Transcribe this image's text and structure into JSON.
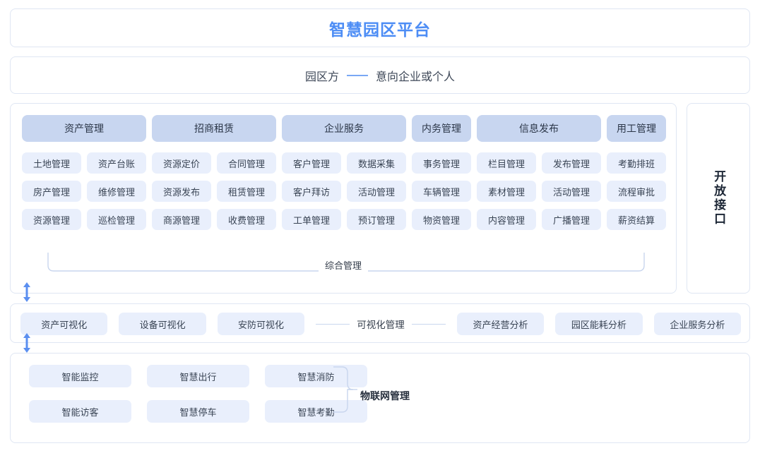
{
  "header": {
    "title": "智慧园区平台",
    "subtitle_left": "园区方",
    "subtitle_right": "意向企业或个人"
  },
  "colors": {
    "title_blue": "#4d8df5",
    "head_pill": "#c8d6f0",
    "sub_pill": "#e9effc",
    "panel_border": "#dfe6f3",
    "arrow_blue": "#5b8ff0",
    "connector_line": "#c9d6ee"
  },
  "main": {
    "categories": [
      {
        "label": "资产管理",
        "span": 2
      },
      {
        "label": "招商租赁",
        "span": 2
      },
      {
        "label": "企业服务",
        "span": 2
      },
      {
        "label": "内务管理",
        "span": 1
      },
      {
        "label": "信息发布",
        "span": 2
      },
      {
        "label": "用工管理",
        "span": 1
      }
    ],
    "rows": [
      [
        "土地管理",
        "资产台账",
        "资源定价",
        "合同管理",
        "客户管理",
        "数据采集",
        "事务管理",
        "栏目管理",
        "发布管理",
        "考勤排班"
      ],
      [
        "房产管理",
        "维修管理",
        "资源发布",
        "租赁管理",
        "客户拜访",
        "活动管理",
        "车辆管理",
        "素材管理",
        "活动管理",
        "流程审批"
      ],
      [
        "资源管理",
        "巡检管理",
        "商源管理",
        "收费管理",
        "工单管理",
        "预订管理",
        "物资管理",
        "内容管理",
        "广播管理",
        "薪资结算"
      ]
    ],
    "bracket_label": "综合管理",
    "open_interface": "开放接口"
  },
  "visualization": {
    "label": "可视化管理",
    "left_items": [
      "资产可视化",
      "设备可视化",
      "安防可视化"
    ],
    "right_items": [
      "资产经营分析",
      "园区能耗分析",
      "企业服务分析"
    ]
  },
  "iot": {
    "label": "物联网管理",
    "items": [
      "智能监控",
      "智慧出行",
      "智慧消防",
      "智能访客",
      "智慧停车",
      "智慧考勤"
    ]
  }
}
